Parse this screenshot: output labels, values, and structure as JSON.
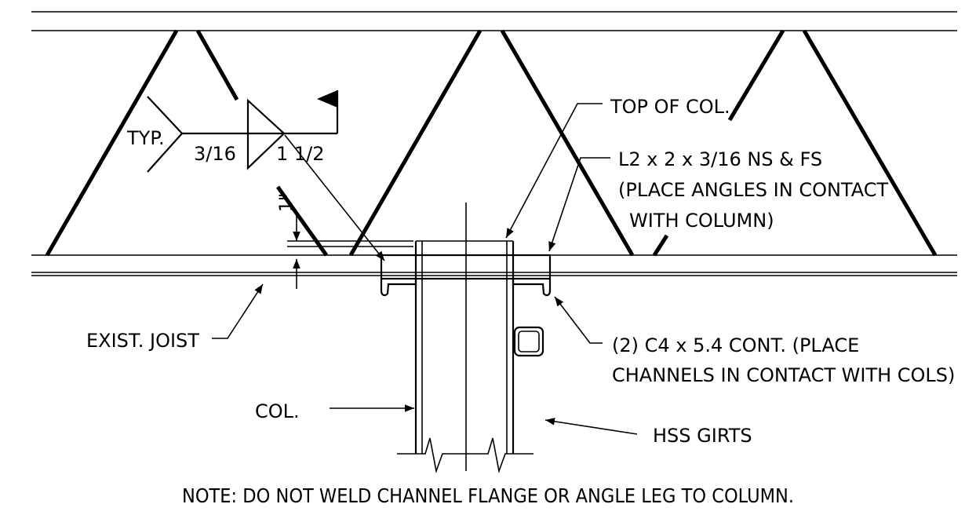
{
  "labels": {
    "typ": "TYP.",
    "weld_size": "3/16",
    "weld_length": "1 1/2",
    "dim_one_inch": "1\"",
    "top_of_col": "TOP OF COL.",
    "angles_line1": "L2 x 2 x 3/16 NS & FS",
    "angles_line2": "(PLACE ANGLES IN CONTACT",
    "angles_line3": "WITH COLUMN)",
    "exist_joist": "EXIST. JOIST",
    "channels_line1": "(2) C4 x 5.4 CONT. (PLACE",
    "channels_line2": "CHANNELS IN CONTACT WITH COLS)",
    "col": "COL.",
    "hss_girts": "HSS GIRTS",
    "note": "NOTE: DO NOT WELD CHANNEL FLANGE OR ANGLE LEG TO COLUMN."
  },
  "colors": {
    "line": "#000000",
    "background": "#ffffff"
  }
}
